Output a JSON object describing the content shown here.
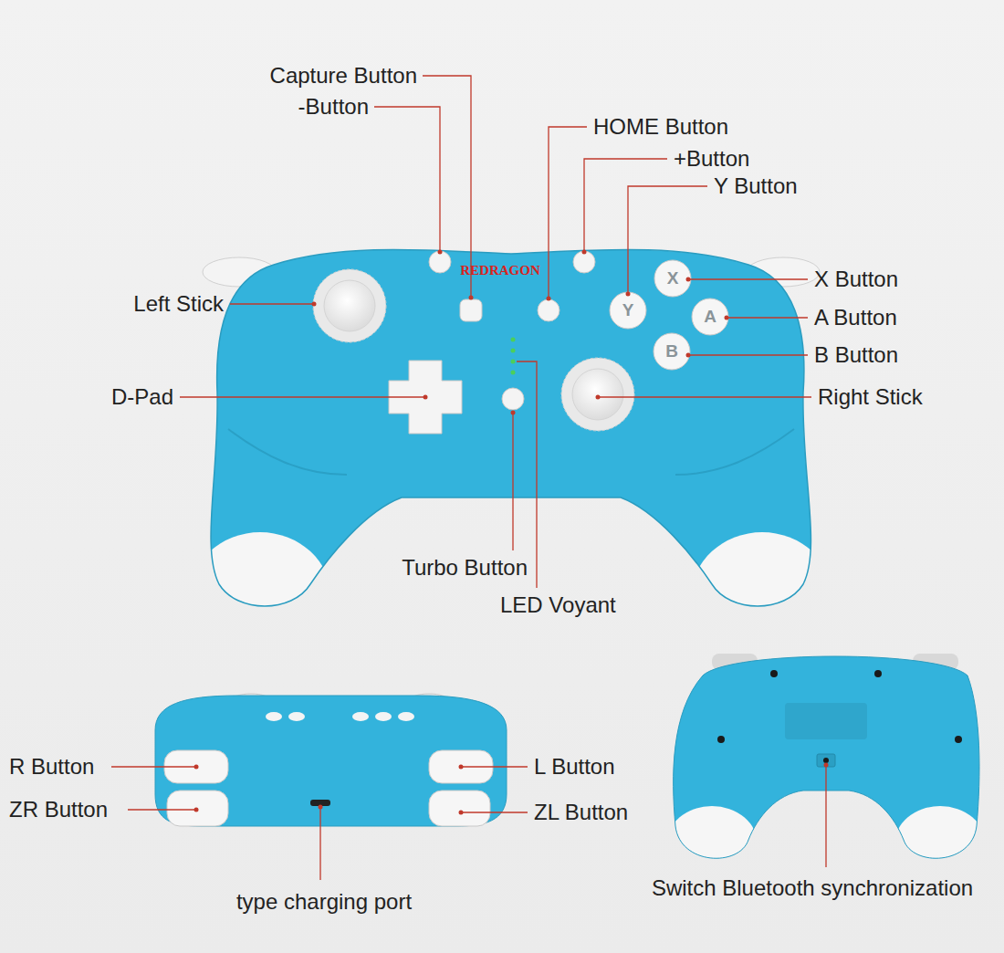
{
  "diagram": {
    "labels": [
      "Capture Button",
      "-Button",
      "HOME Button",
      "+Button",
      "Y Button",
      "Left Stick",
      "X Button",
      "A Button",
      "B Button",
      "D-Pad",
      "Right Stick",
      "Turbo Button",
      "LED Voyant",
      "R Button",
      "L Button",
      "ZR Button",
      "ZL Button",
      "type charging port",
      "Switch Bluetooth synchronization",
      "REDRAGON",
      "X",
      "Y",
      "A",
      "B"
    ]
  }
}
